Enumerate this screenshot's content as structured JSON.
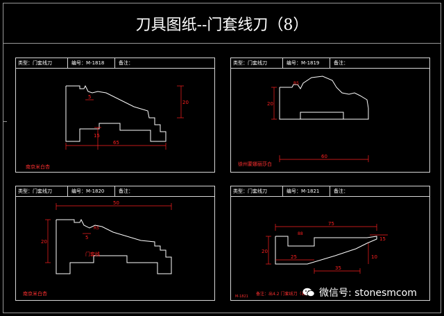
{
  "title": "刀具图纸--门套线刀（8）",
  "panels": [
    {
      "header": {
        "type": "类型：门套线刀",
        "number": "编号：M-1818",
        "note": "备注："
      },
      "caption": "南京米白杏",
      "dims": [
        "5",
        "20",
        "65",
        "15"
      ]
    },
    {
      "header": {
        "type": "类型：门套线刀",
        "number": "编号：M-1819",
        "note": "备注："
      },
      "caption": "徐州蒙娜丽莎白",
      "dims": [
        "20",
        "R5",
        "60"
      ]
    },
    {
      "header": {
        "type": "类型：门套线刀",
        "number": "编号：M-1820",
        "note": "备注："
      },
      "caption": "南京米白杏",
      "label": "门套线",
      "dims": [
        "50",
        "20",
        "5",
        "R5"
      ]
    },
    {
      "header": {
        "type": "类型：门套线刀",
        "number": "编号：M-1821",
        "note": "备注："
      },
      "caption": "备注：出4.2 门套线刀（右）",
      "corner": "M-1821",
      "dims": [
        "75",
        "20",
        "25",
        "35",
        "10",
        "15",
        "88"
      ]
    }
  ],
  "watermark": "微信号: stonesmcom",
  "colors": {
    "background": "#000000",
    "outline": "#ffffff",
    "dimension": "#ff2020",
    "caption": "#ff3030"
  }
}
